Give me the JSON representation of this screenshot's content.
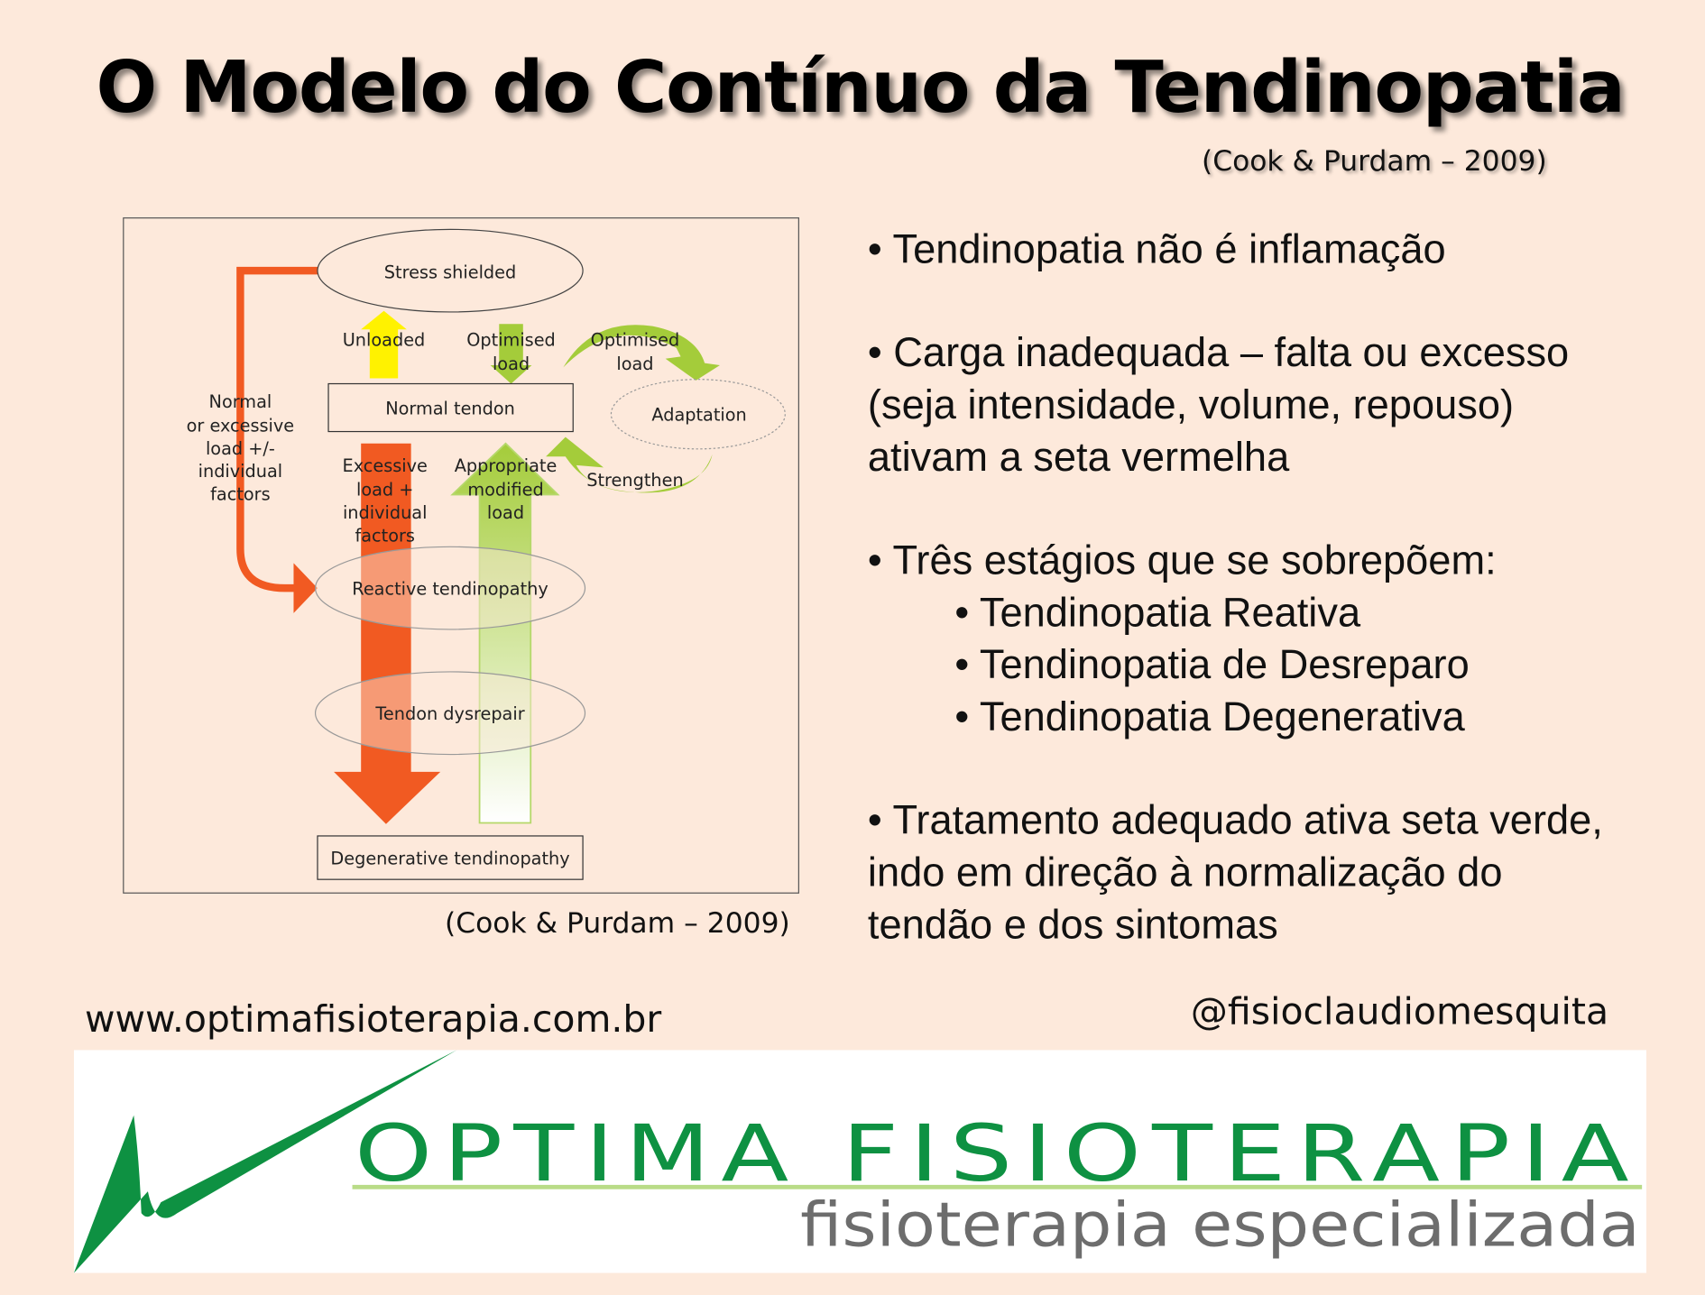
{
  "title": "O Modelo do Contínuo da Tendinopatia",
  "citation_top": "(Cook & Purdam – 2009)",
  "diagram": {
    "stress_shielded": "Stress shielded",
    "unloaded": "Unloaded",
    "optimised_load_down": [
      "Optimised",
      "load"
    ],
    "optimised_load_cycle": [
      "Optimised",
      "load"
    ],
    "normal_tendon": "Normal tendon",
    "adaptation": "Adaptation",
    "strengthen": "Strengthen",
    "normal_or_excessive": [
      "Normal",
      "or excessive",
      "load +/-",
      "individual",
      "factors"
    ],
    "excessive_load": [
      "Excessive",
      "load +",
      "individual",
      "factors"
    ],
    "appropriate_load": [
      "Appropriate",
      "modified",
      "load"
    ],
    "reactive": "Reactive tendinopathy",
    "dysrepair": "Tendon dysrepair",
    "degenerative": "Degenerative tendinopathy",
    "colors": {
      "red": "#f15a22",
      "yellow": "#fff200",
      "green": "#a4cc3a"
    }
  },
  "citation_diagram": "(Cook & Purdam – 2009)",
  "bullets": {
    "b1": "• Tendinopatia não é inflamação",
    "b2": [
      "• Carga inadequada – falta ou excesso",
      "(seja intensidade, volume, repouso)",
      "ativam a seta vermelha"
    ],
    "b3": "• Três estágios que se sobrepõem:",
    "b3_sub": [
      "• Tendinopatia Reativa",
      "• Tendinopatia de Desreparo",
      "• Tendinopatia Degenerativa"
    ],
    "b4": [
      "• Tratamento adequado ativa seta verde,",
      "indo em direção à normalização do",
      "tendão e dos sintomas"
    ]
  },
  "footer": {
    "website": "www.optimafisioterapia.com.br",
    "handle": "@fisioclaudiomesquita"
  },
  "logo": {
    "name": "OPTIMA FISIOTERAPIA",
    "tagline": "fisioterapia especializada",
    "color": "#0e9142"
  }
}
